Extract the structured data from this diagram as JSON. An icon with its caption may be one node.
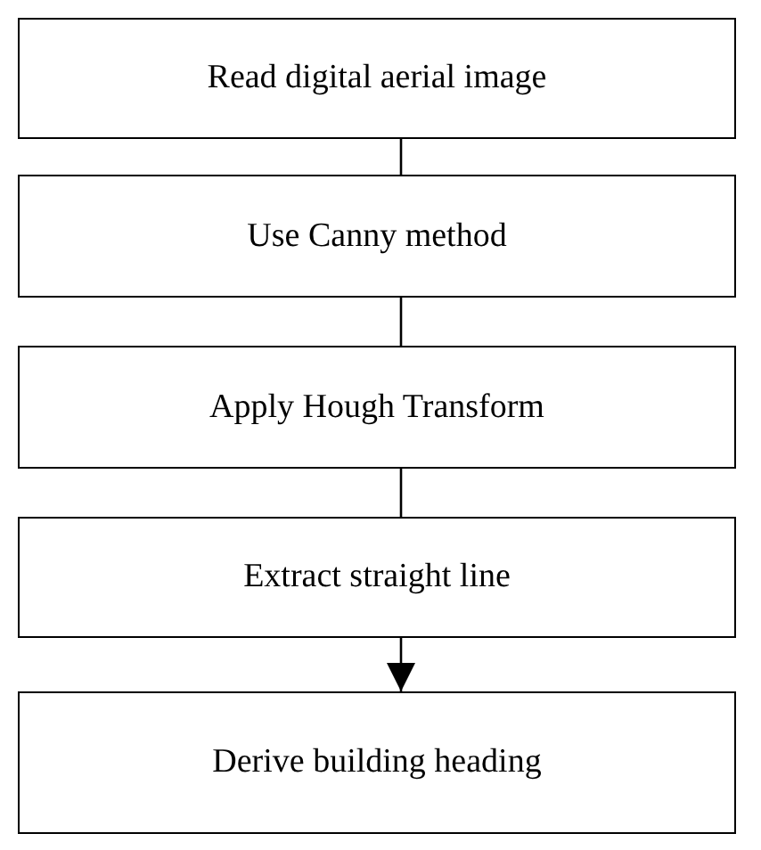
{
  "diagram": {
    "nodes": [
      {
        "text": [
          "Read digital aerial image"
        ]
      },
      {
        "text": [
          "Use Canny method"
        ]
      },
      {
        "text": [
          "Apply Hough Transform"
        ]
      },
      {
        "text": [
          "Extract straight line"
        ]
      },
      {
        "text": [
          "Derive building heading"
        ]
      }
    ],
    "edges": [
      {
        "from": 0,
        "to": 1,
        "arrow": "none"
      },
      {
        "from": 1,
        "to": 2,
        "arrow": "none"
      },
      {
        "from": 2,
        "to": 3,
        "arrow": "none"
      },
      {
        "from": 3,
        "to": 4,
        "arrow": "to"
      }
    ]
  }
}
